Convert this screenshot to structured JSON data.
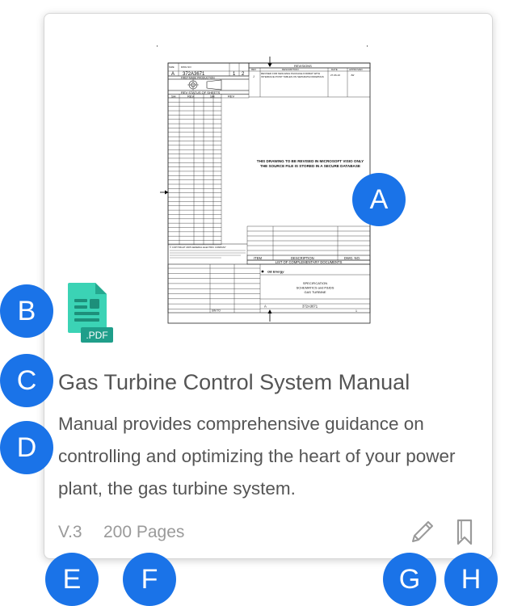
{
  "document": {
    "title": "Gas Turbine Control System Manual",
    "description": "Manual provides comprehensive guidance on controlling and optimizing the heart of your power plant, the gas turbine system.",
    "version": "V.3",
    "pages": "200 Pages",
    "file_type": ".PDF"
  },
  "thumbnail": {
    "size_label": "SIZE",
    "size_value": "A",
    "dwg_no_label": "DWG NO",
    "dwg_no": "372A3671",
    "sheet": "1",
    "sheet_of": "2",
    "first_made": "FIRST MADE PRODUCTION",
    "revisions_title": "REVISIONS",
    "rev_headers": [
      "REV",
      "DESCRIPTION",
      "DATE",
      "APPROVED"
    ],
    "rev_row": [
      "J",
      "REVISED FOR NEW ENGI PACKAGE FORMAT WITH INTERFACE POINT TABLES ON SEPARATE DRAWINGS",
      "27-06-10",
      "JW"
    ],
    "rev_status_title": "REV STATUS OF SHEETS",
    "sheet_headers": [
      "SH",
      "REV",
      "SH",
      "REV"
    ],
    "notice_1": "THIS DRAWING TO BE REVISED IN MICROSOFT VISIO ONLY",
    "notice_2": "THE SOURCE FILE IS STORED IN A SECURE DATABASE",
    "item_headers": [
      "ITEM",
      "DESCRIPTION",
      "DWG. NO."
    ],
    "comp_docs": "LIST OF COMPLEMENTARY DOCUMENTS",
    "company": "GE Energy",
    "spec_1": "SPECIFICATION",
    "spec_2": "SCHEMATICS and P&IDS",
    "spec_3": "GAS TURBINE",
    "footer_dwg": "372A3671",
    "sim_to": "SIM TO",
    "copyright": "© COPYRIGHT 2005 GENERAL ELECTRIC COMPANY"
  },
  "badges": [
    "A",
    "B",
    "C",
    "D",
    "E",
    "F",
    "G",
    "H"
  ],
  "icons": {
    "file": "pdf-file-icon",
    "edit": "pencil-icon",
    "bookmark": "bookmark-icon"
  },
  "colors": {
    "badge": "#1a73e8",
    "pdf_icon": "#2bc6a6",
    "pdf_label_bg": "#1f9e8a",
    "text": "#555555",
    "meta": "#9a9a9a"
  }
}
